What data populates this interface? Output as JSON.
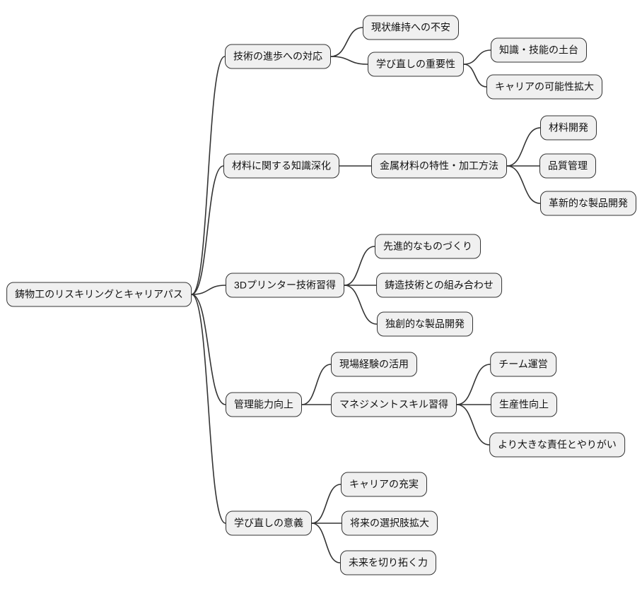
{
  "colors": {
    "background": "#ffffff",
    "node_fill": "#f0f0f0",
    "node_border": "#333333",
    "edge_color": "#333333",
    "text": "#111111"
  },
  "mindmap": {
    "root": {
      "label": "鋳物工のリスキリングとキャリアパス"
    },
    "branches": [
      {
        "label": "技術の進歩への対応",
        "children": [
          {
            "label": "現状維持への不安"
          },
          {
            "label": "学び直しの重要性",
            "children": [
              {
                "label": "知識・技能の土台"
              },
              {
                "label": "キャリアの可能性拡大"
              }
            ]
          }
        ]
      },
      {
        "label": "材料に関する知識深化",
        "children": [
          {
            "label": "金属材料の特性・加工方法",
            "children": [
              {
                "label": "材料開発"
              },
              {
                "label": "品質管理"
              },
              {
                "label": "革新的な製品開発"
              }
            ]
          }
        ]
      },
      {
        "label": "3Dプリンター技術習得",
        "children": [
          {
            "label": "先進的なものづくり"
          },
          {
            "label": "鋳造技術との組み合わせ"
          },
          {
            "label": "独創的な製品開発"
          }
        ]
      },
      {
        "label": "管理能力向上",
        "children": [
          {
            "label": "現場経験の活用"
          },
          {
            "label": "マネジメントスキル習得",
            "children": [
              {
                "label": "チーム運営"
              },
              {
                "label": "生産性向上"
              },
              {
                "label": "より大きな責任とやりがい"
              }
            ]
          }
        ]
      },
      {
        "label": "学び直しの意義",
        "children": [
          {
            "label": "キャリアの充実"
          },
          {
            "label": "将来の選択肢拡大"
          },
          {
            "label": "未来を切り拓く力"
          }
        ]
      }
    ]
  }
}
